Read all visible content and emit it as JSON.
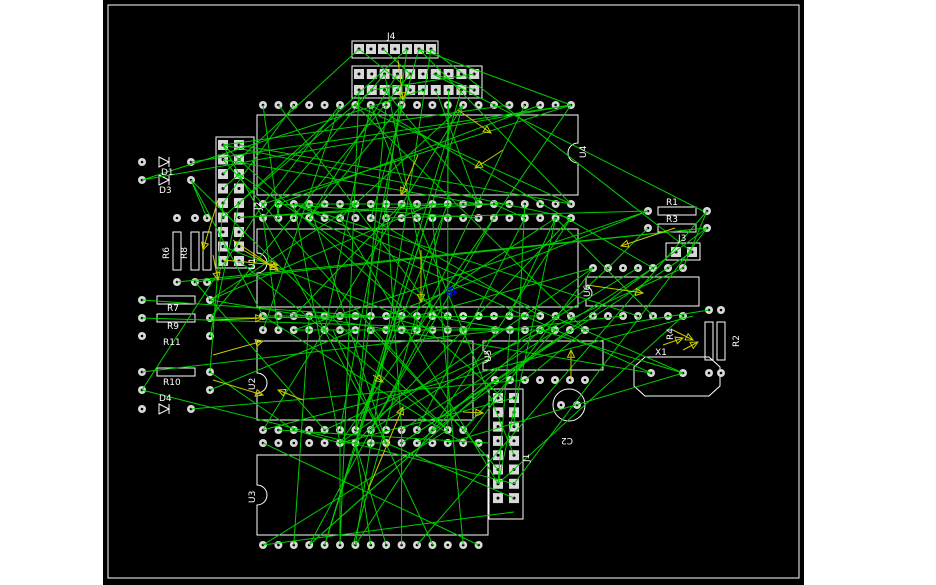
{
  "view": {
    "background": "#000000",
    "outline_color": "#ffffff"
  },
  "colors": {
    "silkscreen": "#ffffff",
    "ratsnest": "#00cc00",
    "direction_arrow": "#cccc00",
    "pad": "#d8d8d8",
    "pad_hole": "#000000",
    "origin_marker": "#0000ff"
  },
  "components": {
    "J4": {
      "label": "J4"
    },
    "U4": {
      "label": "U4"
    },
    "U1": {
      "label": "U1"
    },
    "U5": {
      "label": "U5"
    },
    "U2": {
      "label": "U2"
    },
    "U3": {
      "label": "U3"
    },
    "U6": {
      "label": "U6"
    },
    "J1": {
      "label": "J1"
    },
    "J2": {
      "label": "J2"
    },
    "C2": {
      "label": "C2"
    },
    "X1": {
      "label": "X1"
    },
    "R1": {
      "label": "R1"
    },
    "R2": {
      "label": "R2"
    },
    "R3": {
      "label": "R3"
    },
    "R4": {
      "label": "R4"
    },
    "R6": {
      "label": "R6"
    },
    "R7": {
      "label": "R7"
    },
    "R8": {
      "label": "R8"
    },
    "R9": {
      "label": "R9"
    },
    "R10": {
      "label": "R10"
    },
    "R11": {
      "label": "R11"
    },
    "D1": {
      "label": "D1"
    },
    "D3": {
      "label": "D3"
    },
    "D4": {
      "label": "D4"
    },
    "J3": {
      "label": "J3"
    }
  }
}
